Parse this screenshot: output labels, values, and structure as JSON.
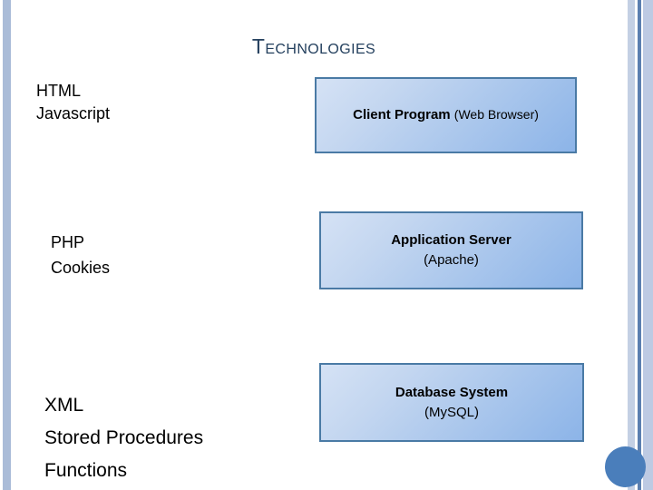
{
  "slide": {
    "title": "Technologies",
    "background_color": "#ffffff",
    "title_color": "#24405e"
  },
  "decor": {
    "left_bar_color": "#aabcd8",
    "right_bar_1_color": "#c4d0e4",
    "right_bar_2_color": "#5b7fb0",
    "right_bar_3_color": "#bdcae3",
    "circle_color": "#4a7ebb"
  },
  "labels": {
    "client_side": {
      "lines": [
        "HTML",
        "Javascript"
      ]
    },
    "server_side": {
      "lines": [
        "PHP",
        "Cookies"
      ]
    },
    "database_side": {
      "lines": [
        "XML",
        "Stored Procedures",
        "Functions"
      ]
    }
  },
  "boxes": {
    "client": {
      "primary": "Client Program",
      "secondary": "(Web Browser)",
      "border_color": "#4a7aa5",
      "fill_start": "#d5e2f5",
      "fill_end": "#8cb4e8"
    },
    "application": {
      "primary": "Application Server",
      "secondary": "(Apache)",
      "border_color": "#4a7aa5",
      "fill_start": "#d5e2f5",
      "fill_end": "#8cb4e8"
    },
    "database": {
      "primary": "Database System",
      "secondary": "(MySQL)",
      "border_color": "#4a7aa5",
      "fill_start": "#d5e2f5",
      "fill_end": "#8cb4e8"
    }
  }
}
